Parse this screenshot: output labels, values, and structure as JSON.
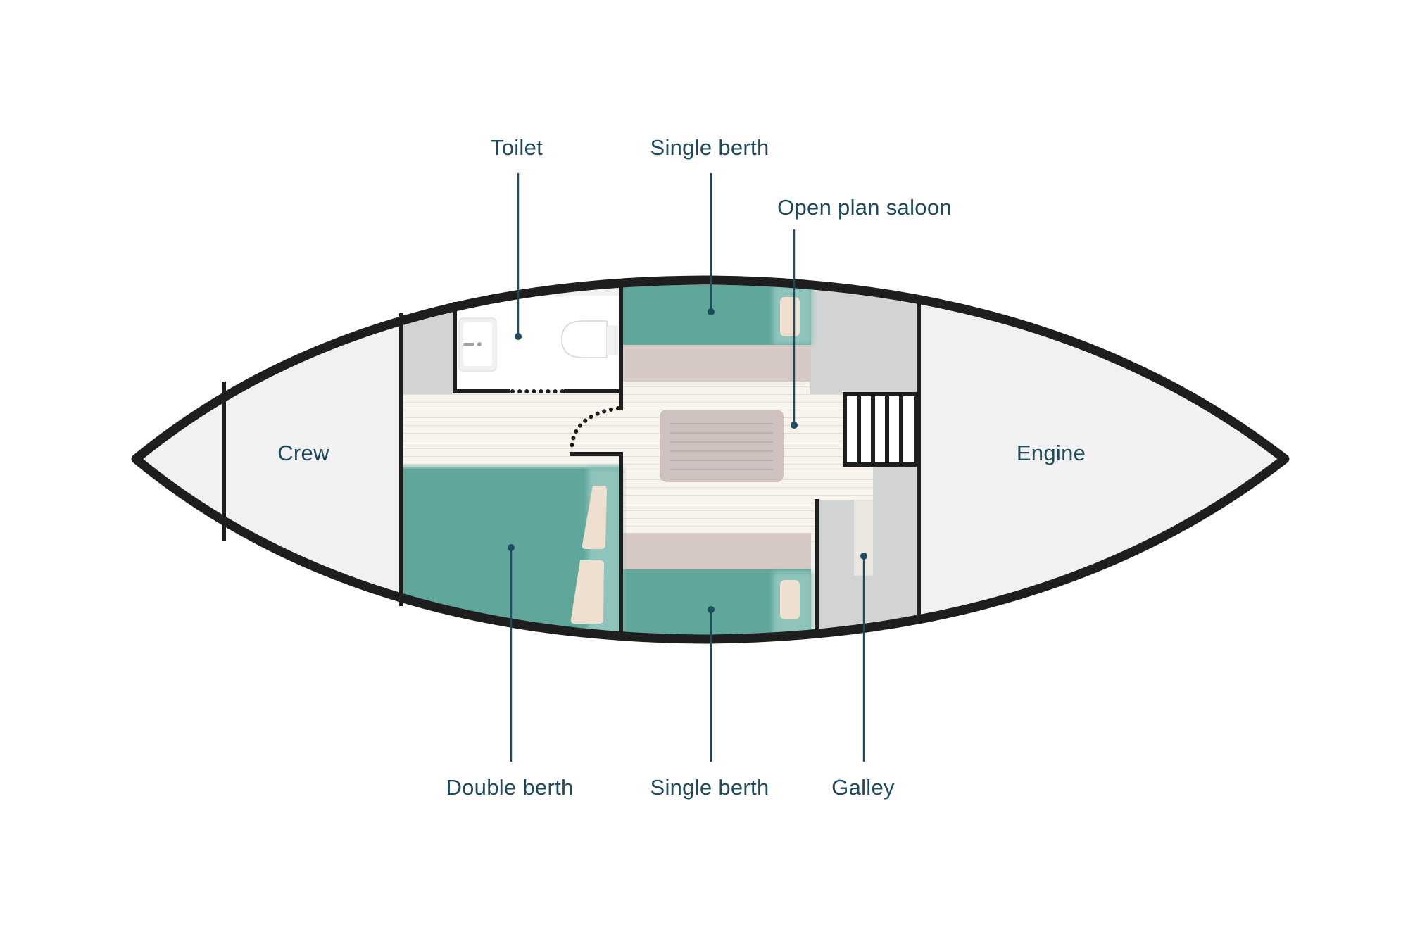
{
  "diagram": {
    "labels": {
      "toilet": "Toilet",
      "single_berth_top": "Single berth",
      "open_plan_saloon": "Open plan saloon",
      "crew": "Crew",
      "engine": "Engine",
      "double_berth": "Double berth",
      "single_berth_bottom": "Single berth",
      "galley": "Galley"
    },
    "colors": {
      "hull_outline": "#1e1e1e",
      "hull_fill": "#f1f1f1",
      "berth": "#5fa69b",
      "berth_light": "#8fc4bc",
      "pillow": "#eedfce",
      "cushion": "#d5c8c5",
      "table": "#cfc1bf",
      "floor": "#f7f4ee",
      "grey_storage": "#d2d4d4",
      "toilet_room": "#ffffff",
      "label_text": "#1d4a5f"
    }
  }
}
